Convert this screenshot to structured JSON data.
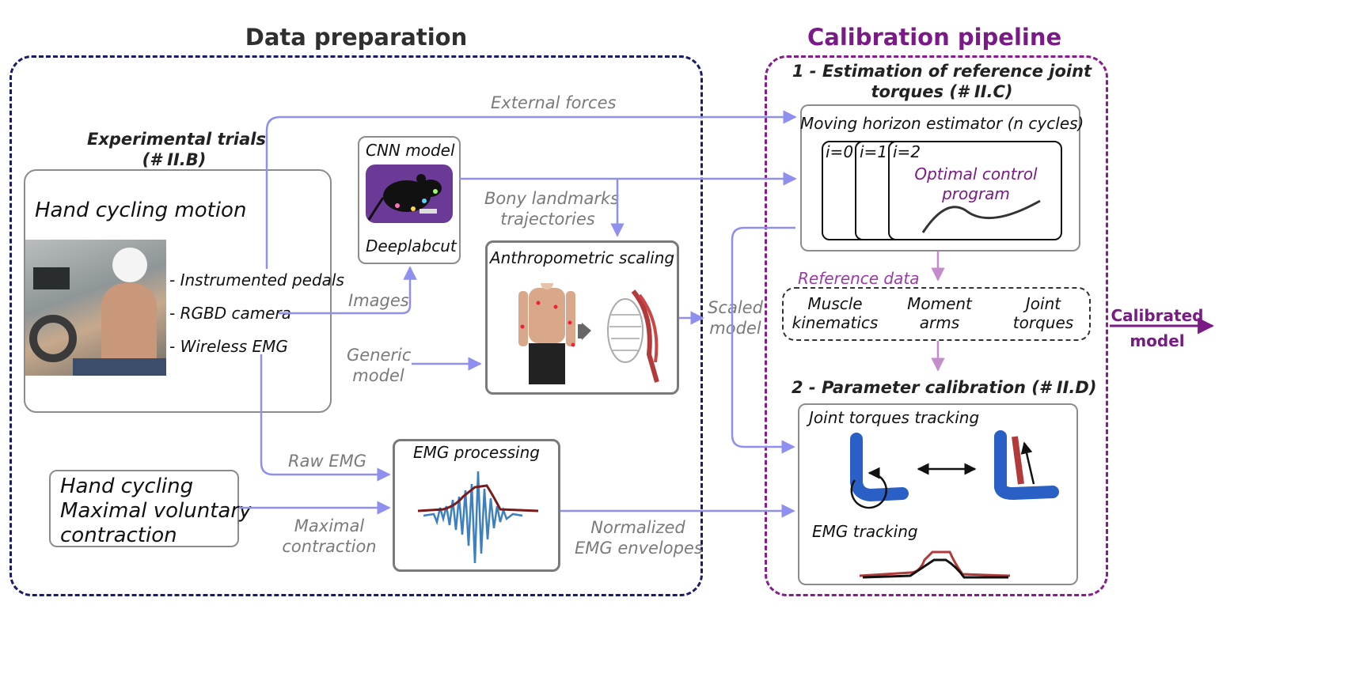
{
  "sections": {
    "data_preparation": "Data preparation",
    "calibration_pipeline": "Calibration pipeline"
  },
  "experimental": {
    "title_line1": "Experimental trials",
    "title_line2": "(# II.B)",
    "motion": "Hand cycling motion",
    "items": [
      "- Instrumented pedals",
      "- RGBD camera",
      "- Wireless EMG"
    ]
  },
  "cnn": {
    "title": "CNN model",
    "caption": "Deeplabcut"
  },
  "anthropometric": {
    "title": "Anthropometric scaling"
  },
  "emg_processing": {
    "title": "EMG processing"
  },
  "mvc": {
    "line1": "Hand cycling",
    "line2": "Maximal voluntary",
    "line3": "contraction"
  },
  "flow_labels": {
    "external_forces": "External forces",
    "bony_line1": "Bony landmarks",
    "bony_line2": "trajectories",
    "images": "Images",
    "generic_line1": "Generic",
    "generic_line2": "model",
    "raw_emg": "Raw EMG",
    "maximal_line1": "Maximal",
    "maximal_line2": "contraction",
    "normalized_line1": "Normalized",
    "normalized_line2": "EMG envelopes",
    "scaled_line1": "Scaled",
    "scaled_line2": "model"
  },
  "step1": {
    "title_line1": "1 - Estimation of reference joint",
    "title_line2": "torques (# II.C)",
    "mhe": "Moving horizon estimator (n cycles)",
    "windows": [
      "i=0",
      "i=1",
      "i=2"
    ],
    "ocp_line1": "Optimal control",
    "ocp_line2": "program"
  },
  "reference": {
    "title": "Reference data",
    "items": [
      {
        "line1": "Muscle",
        "line2": "kinematics"
      },
      {
        "line1": "Moment",
        "line2": "arms"
      },
      {
        "line1": "Joint",
        "line2": "torques"
      }
    ]
  },
  "step2": {
    "title": "2 - Parameter calibration (# II.D)",
    "torque_tracking": "Joint torques tracking",
    "emg_tracking": "EMG tracking"
  },
  "output": {
    "line1": "Calibrated",
    "line2": "model"
  },
  "colors": {
    "arrow": "#8f8fef",
    "purple": "#7a1a86",
    "navy": "#1a1a6e",
    "bone_blue": "#2a5fc6",
    "muscle_red": "#b23a3a",
    "emg_blue": "#3d7fbf"
  }
}
